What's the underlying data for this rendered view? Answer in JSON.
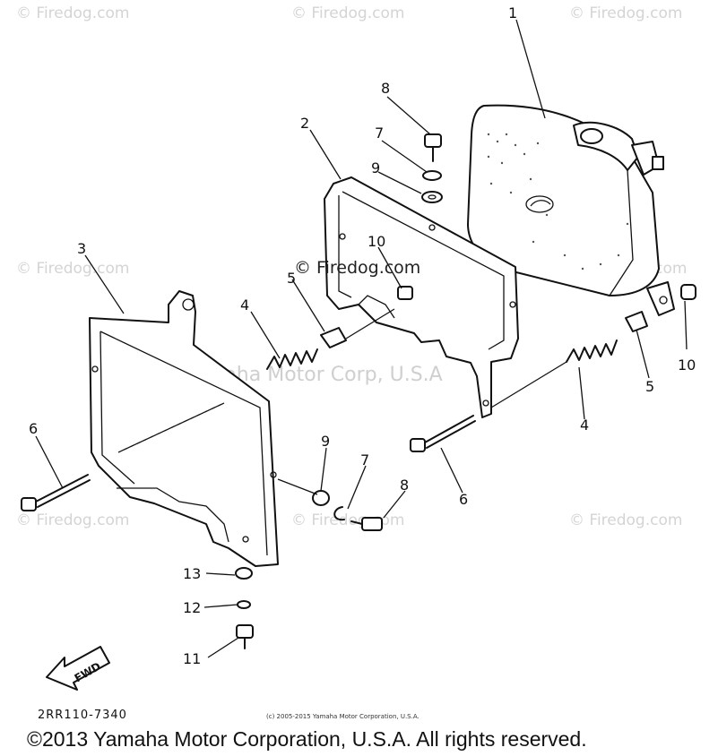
{
  "watermarks": {
    "brand": "© Firedog.com",
    "center": "© Firedog.com",
    "faint": "Yamaha Motor Corp, U.S.A"
  },
  "callouts": {
    "c1": "1",
    "c2": "2",
    "c3": "3",
    "c4a": "4",
    "c4b": "4",
    "c5a": "5",
    "c5b": "5",
    "c6a": "6",
    "c6b": "6",
    "c7a": "7",
    "c7b": "7",
    "c8a": "8",
    "c8b": "8",
    "c9a": "9",
    "c9b": "9",
    "c10a": "10",
    "c10b": "10",
    "c11": "11",
    "c12": "12",
    "c13": "13"
  },
  "fwd_label": "FWD",
  "part_code": "2RR110-7340",
  "fine_copyright": "(c) 2005-2015 Yamaha Motor Corporation, U.S.A.",
  "copyright": "©2013 Yamaha Motor Corporation, U.S.A. All rights reserved."
}
